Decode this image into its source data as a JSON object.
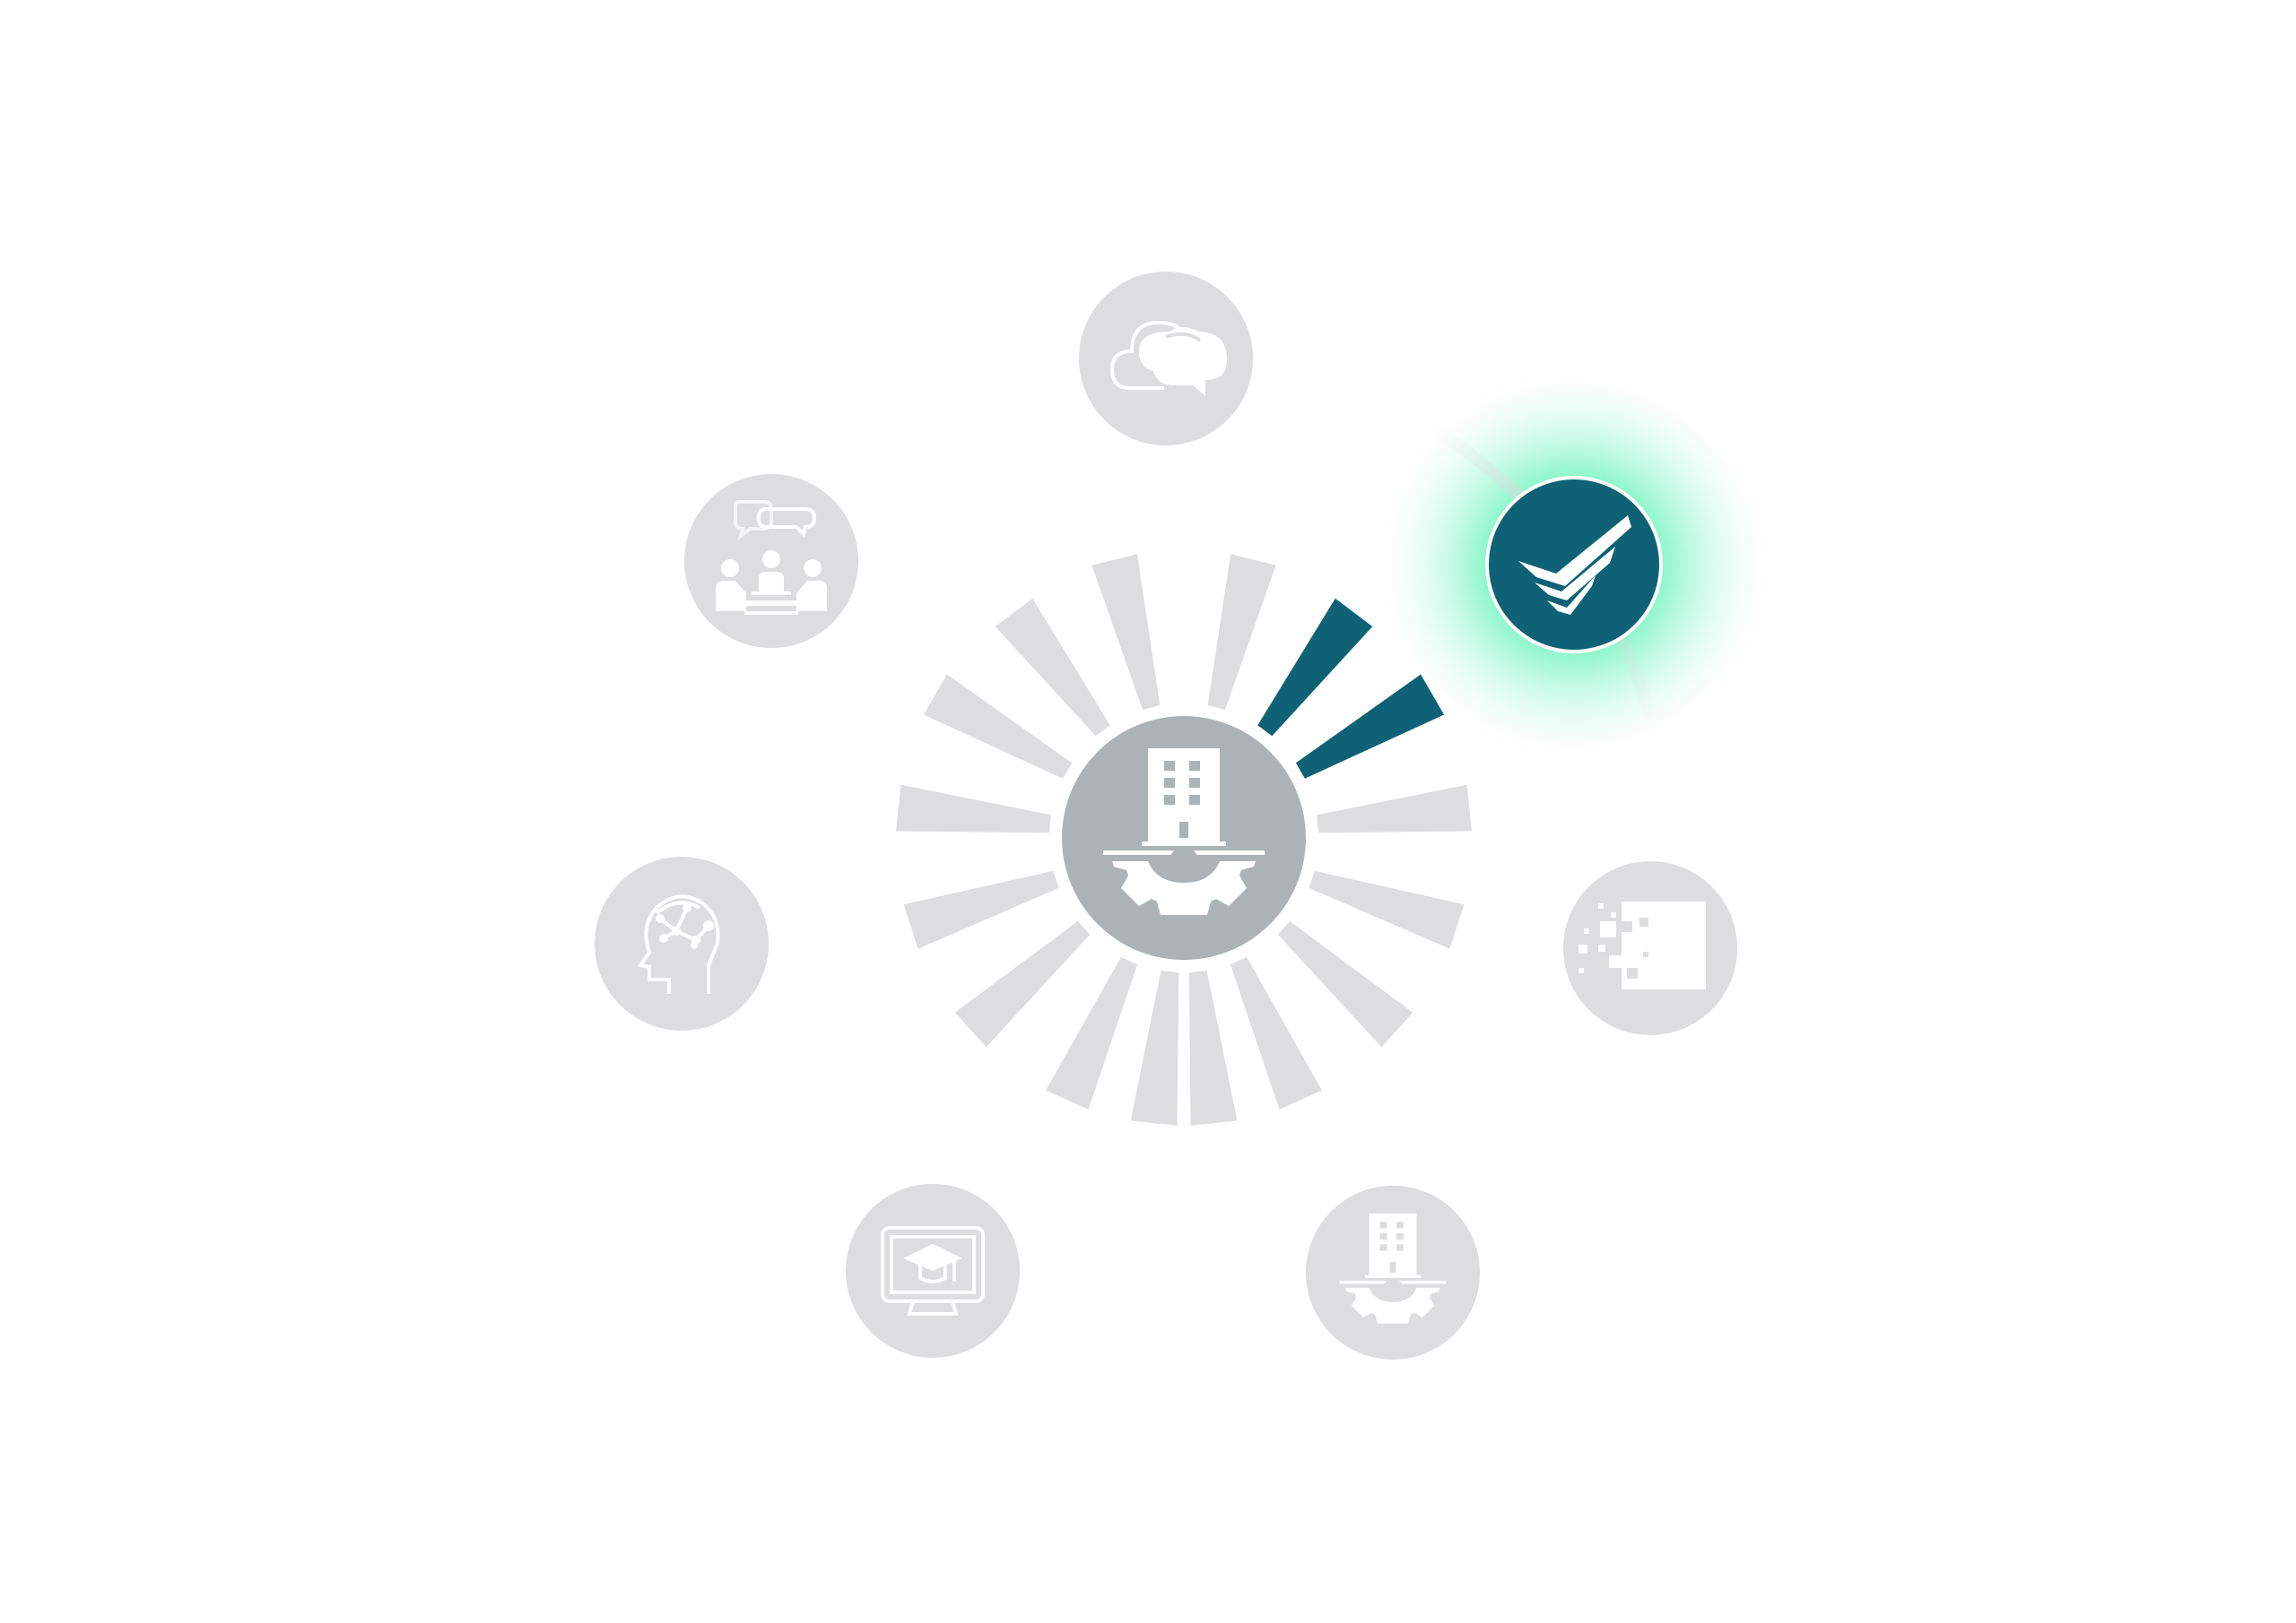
{
  "diagram": {
    "colors": {
      "background": "#ffffff",
      "inactive_node": "#dcdddf",
      "inactive_ray": "#dcdddf",
      "hub_fill": "#adb3b5",
      "active_node": "#0f6275",
      "active_glow": "#3ff0a6",
      "icon_stroke": "#ffffff"
    },
    "hub": {
      "icon": "building-gear-icon"
    },
    "nodes": [
      {
        "id": "cloud",
        "icon": "cloud-icon",
        "active": false
      },
      {
        "id": "quality",
        "icon": "checkmark-icon",
        "active": true
      },
      {
        "id": "digital",
        "icon": "pixel-square-icon",
        "active": false
      },
      {
        "id": "industry",
        "icon": "building-gear-icon",
        "active": false
      },
      {
        "id": "elearning",
        "icon": "monitor-graduation-icon",
        "active": false
      },
      {
        "id": "ai",
        "icon": "brain-network-icon",
        "active": false
      },
      {
        "id": "collaboration",
        "icon": "meeting-chat-icon",
        "active": false
      }
    ],
    "active_node": "quality"
  }
}
